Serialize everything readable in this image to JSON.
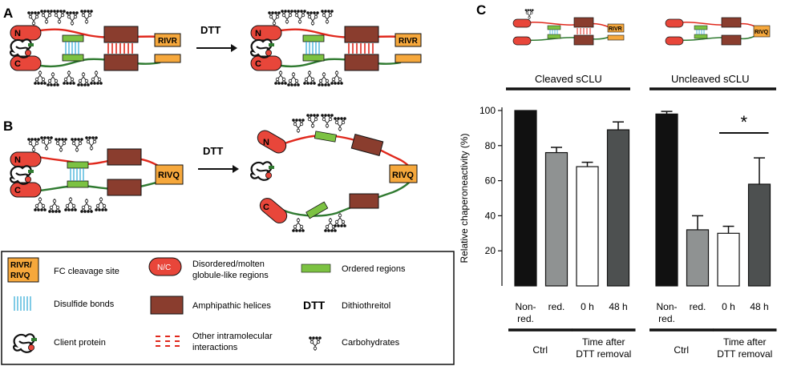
{
  "panels": {
    "a": "A",
    "b": "B",
    "c": "C"
  },
  "diagram_a": {
    "arrow_label": "DTT",
    "left_box": "RIVR",
    "right_box": "RIVR",
    "n": "N",
    "c": "C"
  },
  "diagram_b": {
    "arrow_label": "DTT",
    "left_box": "RIVQ",
    "right_box": "RIVQ",
    "n": "N",
    "c": "C"
  },
  "legend": {
    "cleavage_box": "RIVR/\nRIVQ",
    "cleavage_box_line1": "RIVR/",
    "cleavage_box_line2": "RIVQ",
    "cleavage_site": "FC cleavage site",
    "nc_icon": "N/C",
    "disordered_line1": "Disordered/molten",
    "disordered_line2": "globule-like regions",
    "ordered": "Ordered regions",
    "disulfide": "Disulfide bonds",
    "amphipathic": "Amphipathic helices",
    "dtt_symbol": "DTT",
    "dithiothreitol": "Dithiothreitol",
    "client": "Client protein",
    "other_line1": "Other intramolecular",
    "other_line2": "interactions",
    "carbohydrates": "Carbohydrates"
  },
  "chart_headers": {
    "cleaved": "Cleaved sCLU",
    "uncleaved": "Uncleaved sCLU",
    "mini_box_cleaved": "RIVR",
    "mini_box_uncleaved": "RIVQ"
  },
  "chart_data": {
    "type": "bar",
    "ylabel": "Relative chaperoneactivity (%)",
    "ylim": [
      0,
      100
    ],
    "yticks": [
      20,
      40,
      60,
      80,
      100
    ],
    "significance_marker": "*",
    "groups": [
      {
        "name": "Cleaved sCLU",
        "bars": [
          {
            "label_line1": "Non-",
            "label_line2": "red.",
            "value": 100,
            "error": 0,
            "color": "#111111"
          },
          {
            "label_line1": "red.",
            "label_line2": "",
            "value": 76,
            "error": 3,
            "color": "#8f9292"
          },
          {
            "label_line1": "0 h",
            "label_line2": "",
            "value": 68,
            "error": 2.5,
            "color": "#ffffff"
          },
          {
            "label_line1": "48 h",
            "label_line2": "",
            "value": 89,
            "error": 4.5,
            "color": "#4d5050"
          }
        ],
        "ctrl_label": "Ctrl",
        "time_label_line1": "Time after",
        "time_label_line2": "DTT removal"
      },
      {
        "name": "Uncleaved sCLU",
        "bars": [
          {
            "label_line1": "Non-",
            "label_line2": "red.",
            "value": 98,
            "error": 1.5,
            "color": "#111111"
          },
          {
            "label_line1": "red.",
            "label_line2": "",
            "value": 32,
            "error": 8,
            "color": "#8f9292"
          },
          {
            "label_line1": "0 h",
            "label_line2": "",
            "value": 30,
            "error": 4,
            "color": "#ffffff"
          },
          {
            "label_line1": "48 h",
            "label_line2": "",
            "value": 58,
            "error": 15,
            "color": "#4d5050"
          }
        ],
        "ctrl_label": "Ctrl",
        "time_label_line1": "Time after",
        "time_label_line2": "DTT removal"
      }
    ]
  },
  "colors": {
    "disordered": "#e8463a",
    "ordered": "#7cc242",
    "amphipathic": "#8a3d2e",
    "cleavage": "#f6a83c",
    "disulfide": "#2ba8d6",
    "red_chain": "#e0281c",
    "green_chain": "#2f7a30"
  }
}
